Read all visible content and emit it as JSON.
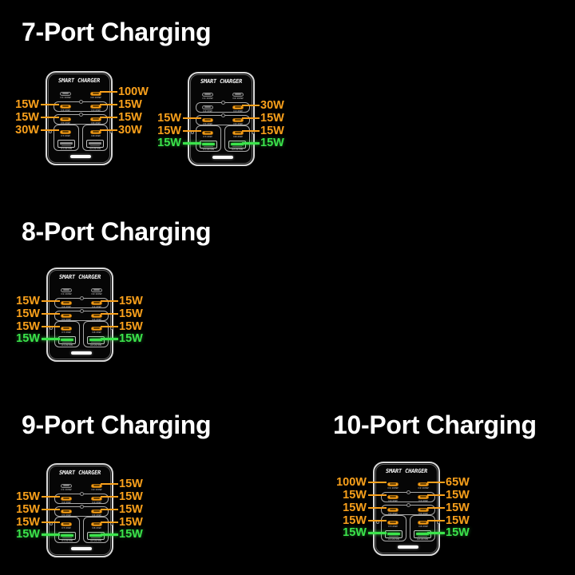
{
  "colors": {
    "background": "#000000",
    "heading": "#FFFFFF",
    "orange": "#F9A01B",
    "green": "#3BE44B"
  },
  "sections": [
    {
      "id": "s7",
      "heading": "7-Port Charging"
    },
    {
      "id": "s8",
      "heading": "8-Port Charging"
    },
    {
      "id": "s9",
      "heading": "9-Port Charging"
    },
    {
      "id": "s10",
      "heading": "10-Port Charging"
    }
  ],
  "charger_template": {
    "brand": "SMART CHARGER",
    "port_labels": {
      "c1": "C1:100W",
      "c2": "C2:100W",
      "c3": "C3:30W",
      "c4": "C4:30W",
      "c5": "C5:30W",
      "c6": "C6:30W",
      "c7": "C7:30W",
      "c8": "C8:30W",
      "a1": "A1:22.5W",
      "a2": "A2:22.5W"
    }
  },
  "chargers": [
    {
      "id": "charger-7port-a",
      "section": "s7",
      "ports": {
        "c1": "off",
        "c2": "on",
        "c3": "on",
        "c4": "on",
        "c5": "on",
        "c6": "on",
        "c7": "on",
        "c8": "on",
        "a1": "off",
        "a2": "off"
      },
      "callouts": [
        {
          "side": "right",
          "row": 1,
          "text": "100W",
          "type": "orange"
        },
        {
          "side": "left",
          "row": 2,
          "text": "15W",
          "type": "orange"
        },
        {
          "side": "right",
          "row": 2,
          "text": "15W",
          "type": "orange"
        },
        {
          "side": "left",
          "row": 3,
          "text": "15W",
          "type": "orange"
        },
        {
          "side": "right",
          "row": 3,
          "text": "15W",
          "type": "orange"
        },
        {
          "side": "left",
          "row": 4,
          "text": "30W",
          "type": "orange"
        },
        {
          "side": "right",
          "row": 4,
          "text": "30W",
          "type": "orange"
        }
      ]
    },
    {
      "id": "charger-7port-b",
      "section": "s7",
      "ports": {
        "c1": "off",
        "c2": "off",
        "c3": "off",
        "c4": "on",
        "c5": "on",
        "c6": "on",
        "c7": "on",
        "c8": "on",
        "a1": "on",
        "a2": "on"
      },
      "callouts": [
        {
          "side": "right",
          "row": 2,
          "text": "30W",
          "type": "orange"
        },
        {
          "side": "left",
          "row": 3,
          "text": "15W",
          "type": "orange"
        },
        {
          "side": "right",
          "row": 3,
          "text": "15W",
          "type": "orange"
        },
        {
          "side": "left",
          "row": 4,
          "text": "15W",
          "type": "orange"
        },
        {
          "side": "right",
          "row": 4,
          "text": "15W",
          "type": "orange"
        },
        {
          "side": "left",
          "row": 5,
          "text": "15W",
          "type": "green"
        },
        {
          "side": "right",
          "row": 5,
          "text": "15W",
          "type": "green"
        }
      ]
    },
    {
      "id": "charger-8port",
      "section": "s8",
      "ports": {
        "c1": "off",
        "c2": "off",
        "c3": "on",
        "c4": "on",
        "c5": "on",
        "c6": "on",
        "c7": "on",
        "c8": "on",
        "a1": "on",
        "a2": "on"
      },
      "callouts": [
        {
          "side": "left",
          "row": 2,
          "text": "15W",
          "type": "orange"
        },
        {
          "side": "right",
          "row": 2,
          "text": "15W",
          "type": "orange"
        },
        {
          "side": "left",
          "row": 3,
          "text": "15W",
          "type": "orange"
        },
        {
          "side": "right",
          "row": 3,
          "text": "15W",
          "type": "orange"
        },
        {
          "side": "left",
          "row": 4,
          "text": "15W",
          "type": "orange"
        },
        {
          "side": "right",
          "row": 4,
          "text": "15W",
          "type": "orange"
        },
        {
          "side": "left",
          "row": 5,
          "text": "15W",
          "type": "green"
        },
        {
          "side": "right",
          "row": 5,
          "text": "15W",
          "type": "green"
        }
      ]
    },
    {
      "id": "charger-9port",
      "section": "s9",
      "ports": {
        "c1": "off",
        "c2": "on",
        "c3": "on",
        "c4": "on",
        "c5": "on",
        "c6": "on",
        "c7": "on",
        "c8": "on",
        "a1": "on",
        "a2": "on"
      },
      "callouts": [
        {
          "side": "right",
          "row": 1,
          "text": "15W",
          "type": "orange"
        },
        {
          "side": "left",
          "row": 2,
          "text": "15W",
          "type": "orange"
        },
        {
          "side": "right",
          "row": 2,
          "text": "15W",
          "type": "orange"
        },
        {
          "side": "left",
          "row": 3,
          "text": "15W",
          "type": "orange"
        },
        {
          "side": "right",
          "row": 3,
          "text": "15W",
          "type": "orange"
        },
        {
          "side": "left",
          "row": 4,
          "text": "15W",
          "type": "orange"
        },
        {
          "side": "right",
          "row": 4,
          "text": "15W",
          "type": "orange"
        },
        {
          "side": "left",
          "row": 5,
          "text": "15W",
          "type": "green"
        },
        {
          "side": "right",
          "row": 5,
          "text": "15W",
          "type": "green"
        }
      ]
    },
    {
      "id": "charger-10port",
      "section": "s10",
      "ports": {
        "c1": "on",
        "c2": "on",
        "c3": "on",
        "c4": "on",
        "c5": "on",
        "c6": "on",
        "c7": "on",
        "c8": "on",
        "a1": "on",
        "a2": "on"
      },
      "callouts": [
        {
          "side": "left",
          "row": 1,
          "text": "100W",
          "type": "orange"
        },
        {
          "side": "right",
          "row": 1,
          "text": "65W",
          "type": "orange"
        },
        {
          "side": "left",
          "row": 2,
          "text": "15W",
          "type": "orange"
        },
        {
          "side": "right",
          "row": 2,
          "text": "15W",
          "type": "orange"
        },
        {
          "side": "left",
          "row": 3,
          "text": "15W",
          "type": "orange"
        },
        {
          "side": "right",
          "row": 3,
          "text": "15W",
          "type": "orange"
        },
        {
          "side": "left",
          "row": 4,
          "text": "15W",
          "type": "orange"
        },
        {
          "side": "right",
          "row": 4,
          "text": "15W",
          "type": "orange"
        },
        {
          "side": "left",
          "row": 5,
          "text": "15W",
          "type": "green"
        },
        {
          "side": "right",
          "row": 5,
          "text": "15W",
          "type": "green"
        }
      ]
    }
  ]
}
